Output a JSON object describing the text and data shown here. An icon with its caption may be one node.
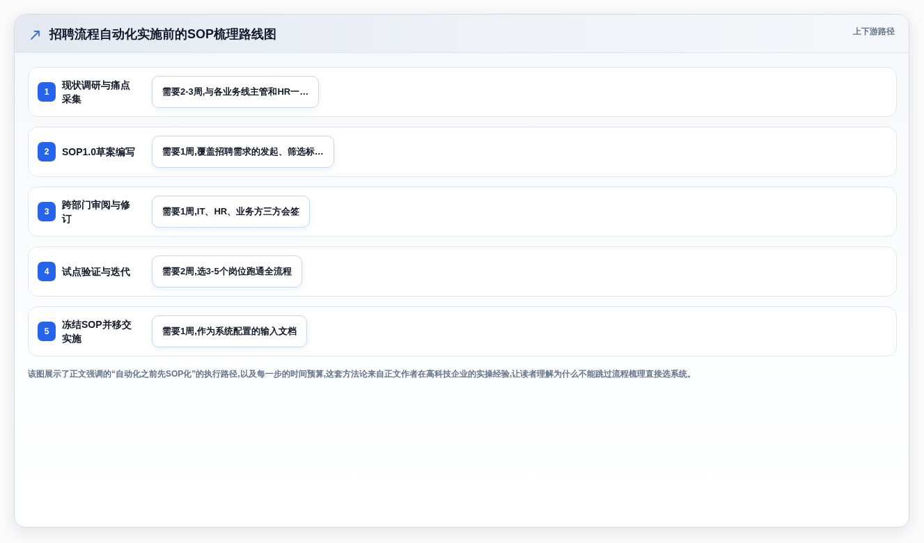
{
  "diagram": {
    "title": "招聘流程自动化实施前的SOP梳理路线图",
    "caption": "该图展示了正文强调的“自动化之前先SOP化”的执行路径,以及每一步的时间预算,这套方法论来自正文作者在高科技企业的实操经验,让读者理解为什么不能跳过流程梳理直接选系统。",
    "nodes": [
      {
        "text": [
          "现状调研与痛点采集"
        ]
      },
      {
        "text": [
          "1"
        ],
        "in": 0
      },
      {
        "text": [
          "需要2-3周,与各业务线主管和HR一…"
        ],
        "in": 0
      },
      {
        "text": [
          "SOP1.0草案编写"
        ]
      },
      {
        "text": [
          "2"
        ],
        "in": 3
      },
      {
        "text": [
          "需要1周,覆盖招聘需求的发起、筛选标…"
        ],
        "in": 3
      },
      {
        "text": [
          "跨部门审阅与修订"
        ]
      },
      {
        "text": [
          "3"
        ],
        "in": 6
      },
      {
        "text": [
          "需要1周,IT、HR、业务方三方会签"
        ],
        "in": 6
      },
      {
        "text": [
          "试点验证与迭代"
        ]
      },
      {
        "text": [
          "4"
        ],
        "in": 9
      },
      {
        "text": [
          "需要2周,选3-5个岗位跑通全流程"
        ],
        "in": 9
      },
      {
        "text": [
          "冻结SOP并移交实施"
        ]
      },
      {
        "text": [
          "5"
        ],
        "in": 12
      },
      {
        "text": [
          "需要1周,作为系统配置的输入文档"
        ],
        "in": 12
      }
    ],
    "labels": [
      "上下游路径"
    ]
  }
}
